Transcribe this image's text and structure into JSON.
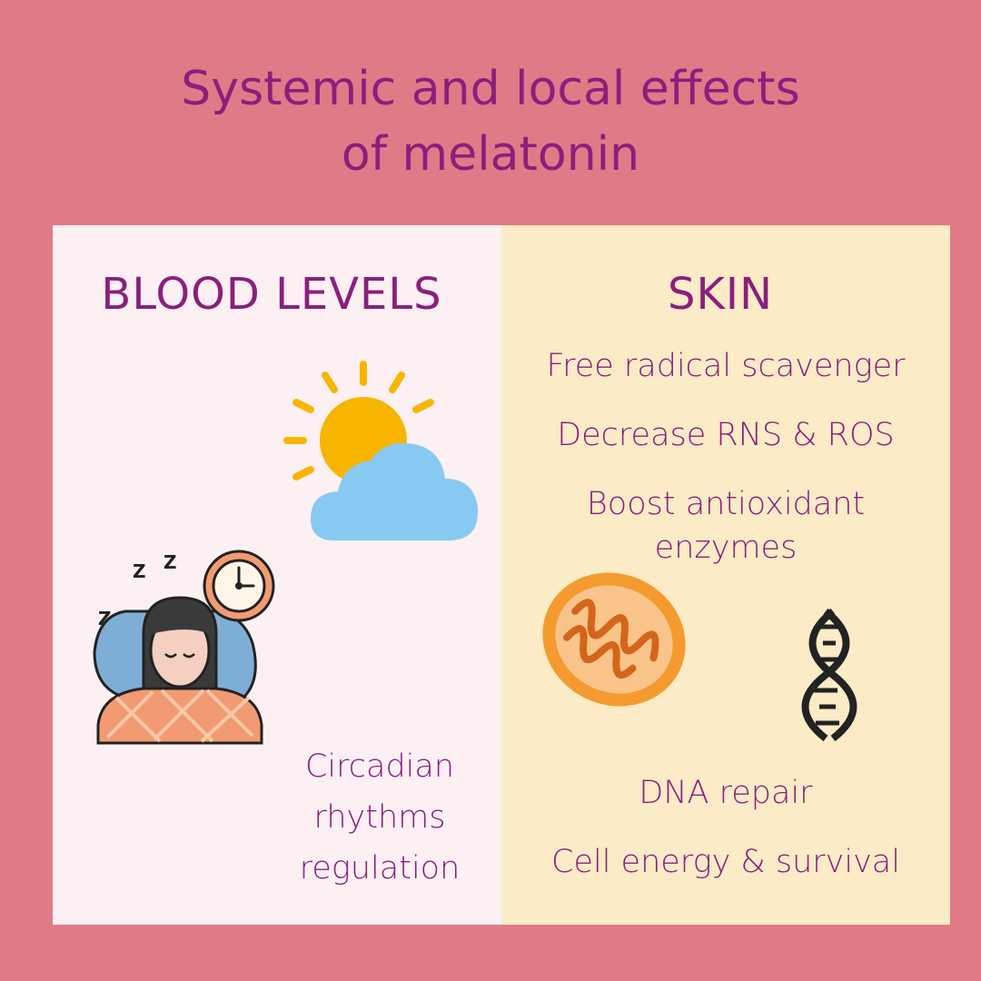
{
  "title": {
    "line1": "Systemic and local effects",
    "line2": "of melatonin"
  },
  "left_panel": {
    "heading": "BLOOD LEVELS",
    "caption": [
      "Circadian",
      "rhythms",
      "regulation"
    ],
    "icons": [
      "sun-cloud-icon",
      "sleeping-person-icon",
      "clock-icon"
    ]
  },
  "right_panel": {
    "heading": "SKIN",
    "items": [
      "Free radical scavenger",
      "Decrease RNS & ROS",
      "Boost  antioxidant",
      "enzymes",
      "DNA repair",
      "Cell energy & survival"
    ],
    "icons": [
      "mitochondrion-icon",
      "dna-icon"
    ]
  },
  "colors": {
    "background": "#e07a87",
    "left_panel": "#fcf0f2",
    "right_panel": "#fbebc6",
    "text": "#8a1f7e",
    "sun": "#f7b500",
    "cloud": "#88c9f2",
    "mitochondrion": "#f49a2e"
  }
}
